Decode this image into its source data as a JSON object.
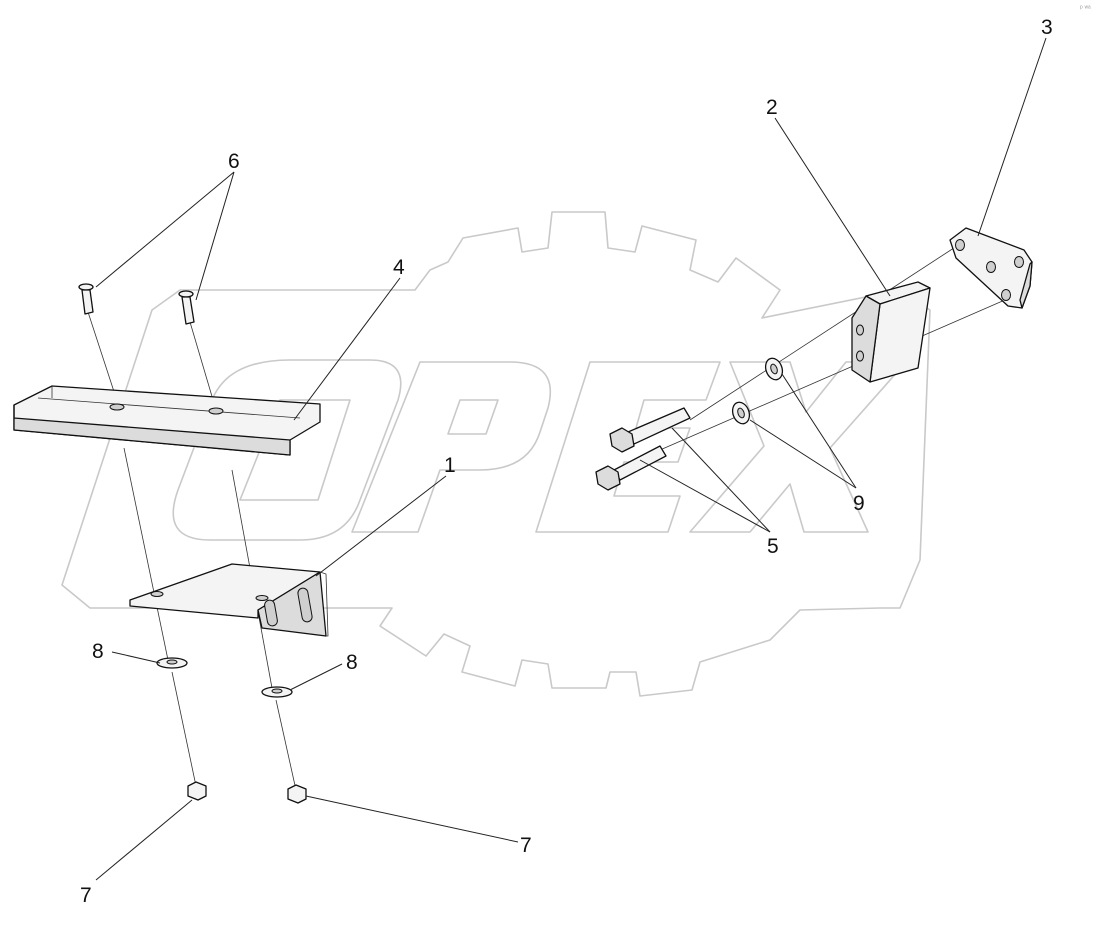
{
  "labels": {
    "part_1": "1",
    "part_2": "2",
    "part_3": "3",
    "part_4": "4",
    "part_5": "5",
    "part_6": "6",
    "part_7_left": "7",
    "part_7_right": "7",
    "part_8_left": "8",
    "part_8_right": "8",
    "part_9": "9"
  },
  "corner_mark": "ᵖ ʷᵃ",
  "colors": {
    "line": "#222222",
    "watermark": "#c9c9c9",
    "background": "#ffffff"
  }
}
